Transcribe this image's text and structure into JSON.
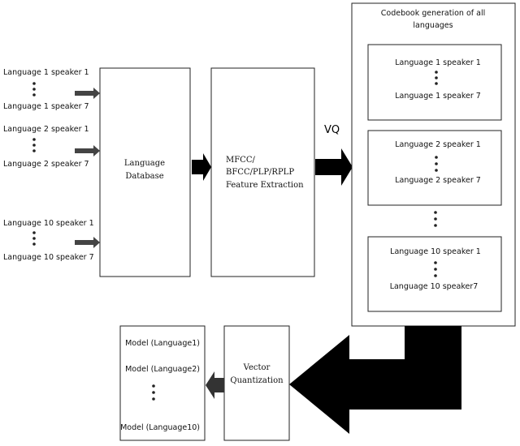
{
  "inputs": {
    "group1": {
      "first": "Language 1 speaker 1",
      "last": "Language 1 speaker 7"
    },
    "group2": {
      "first": "Language 2 speaker 1",
      "last": "Language 2 speaker 7"
    },
    "group3": {
      "first": "Language 10 speaker 1",
      "last": "Language 10 speaker 7"
    }
  },
  "database": {
    "line1": "Language",
    "line2": "Database"
  },
  "feature": {
    "line1": "MFCC/",
    "line2": "BFCC/PLP/RPLP",
    "line3": "Feature Extraction"
  },
  "vq_label": "VQ",
  "codebook": {
    "title_line1": "Codebook generation of all",
    "title_line2": "languages",
    "box1": {
      "first": "Language 1 speaker 1",
      "last": "Language 1 speaker 7"
    },
    "box2": {
      "first": "Language 2 speaker 1",
      "last": "Language 2 speaker 7"
    },
    "box3": {
      "first": "Language 10 speaker 1",
      "last": "Language 10 speaker7"
    }
  },
  "vector_quant": {
    "line1": "Vector",
    "line2": "Quantization"
  },
  "models": {
    "m1": "Model (Language1)",
    "m2": "Model (Language2)",
    "m3": "Model (Language10)"
  }
}
